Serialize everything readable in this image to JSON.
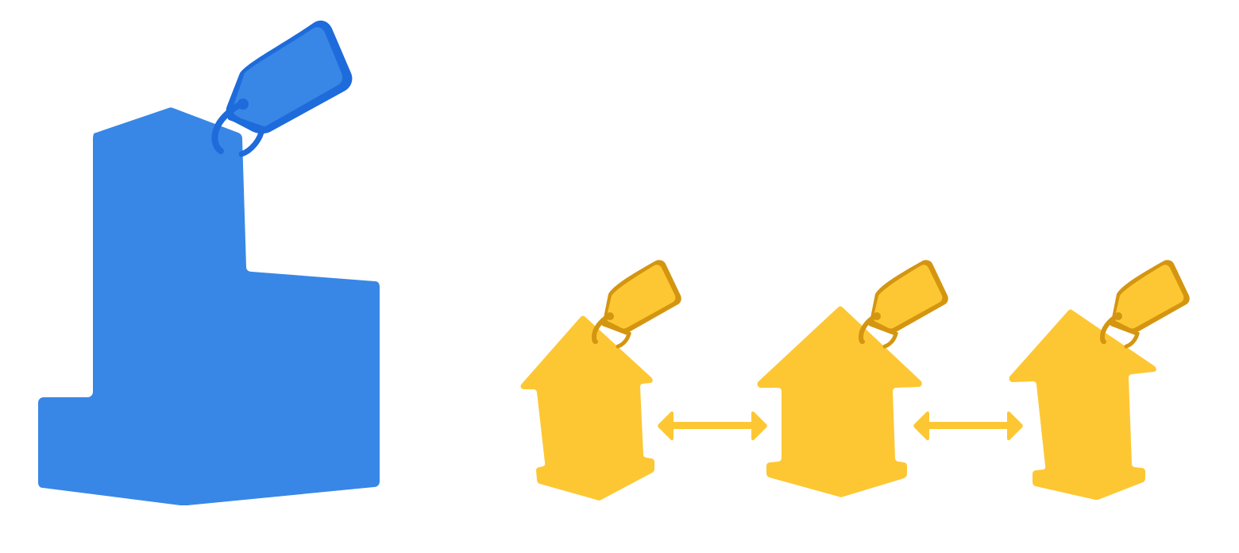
{
  "colors": {
    "background": "#ffffff",
    "large_shape_fill": "#3887E6",
    "large_tag_fill": "#3887E6",
    "large_tag_outline": "#1E6BDB",
    "small_shape_fill": "#FDC734",
    "small_tag_fill": "#FDC734",
    "small_tag_outline": "#D49510",
    "connector": "#FDC734"
  },
  "icons": {
    "large_shape": "tagged-building-shape",
    "small_shape": "tagged-house-shape",
    "tag": "price-tag-icon",
    "connector": "double-headed-arrow-icon"
  },
  "diagram": {
    "large_item_count": 1,
    "small_item_count": 3,
    "connector_count": 2
  }
}
